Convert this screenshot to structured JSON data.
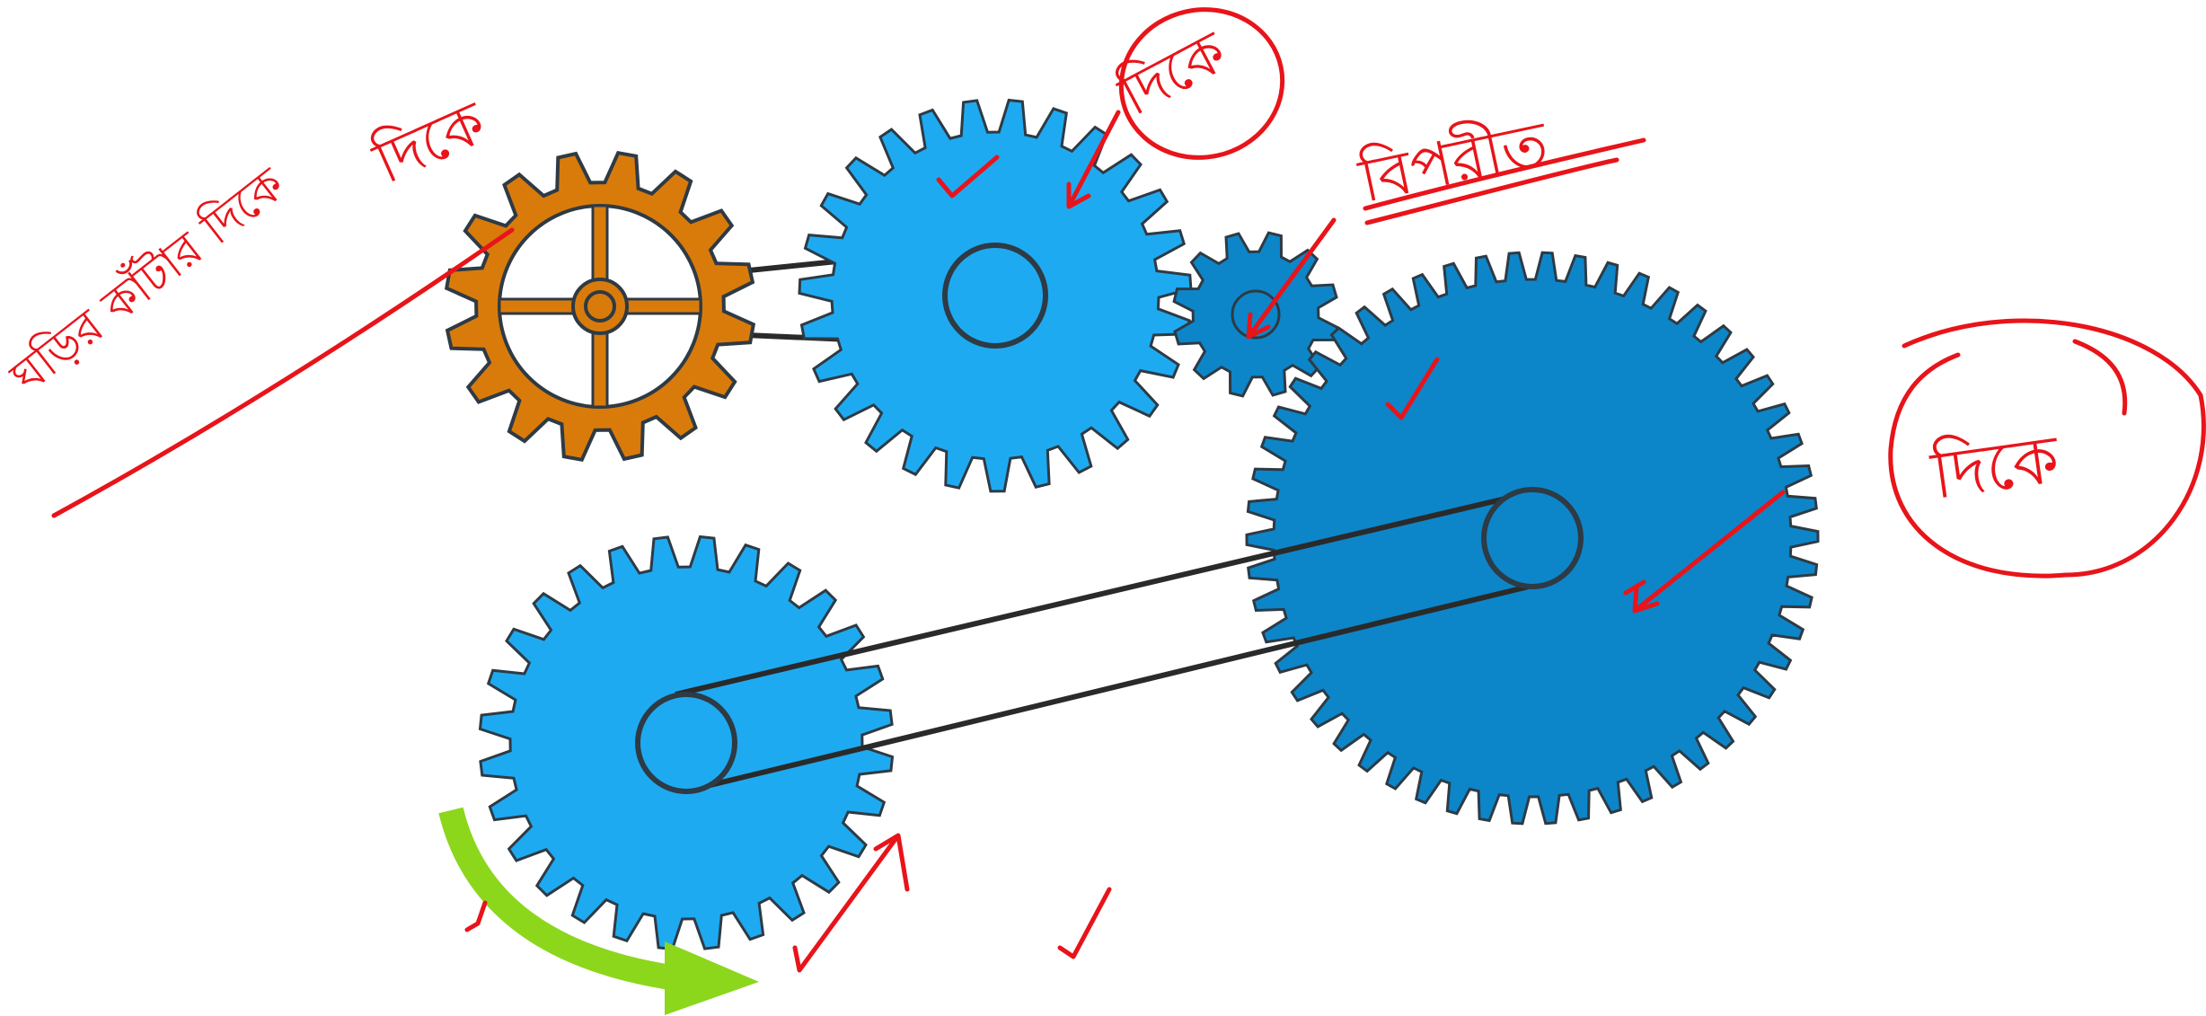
{
  "colors": {
    "background": "#ffffff",
    "gear_light_blue": "#1eaaf1",
    "gear_dark_blue": "#0c86c9",
    "gear_orange": "#d97b0b",
    "gear_outline": "#2e3a44",
    "belt": "#2a2a2a",
    "annotation_red": "#e8141a",
    "direction_arrow_green": "#8cd61c"
  },
  "annotations": {
    "handwriting_left_note": "ঘড়ির কাঁটার দিকে",
    "label_gear_orange": "দিকে",
    "label_gear_top_circled": "দিকে",
    "label_gear_small": "বিপরীত",
    "label_gear_large_circled": "দিকে"
  },
  "icons": {
    "gear_icon": "gear",
    "belt_icon": "belt-loop",
    "direction_arrow_icon": "curved-arrow-clockwise",
    "check_mark_icon": "check-mark"
  }
}
